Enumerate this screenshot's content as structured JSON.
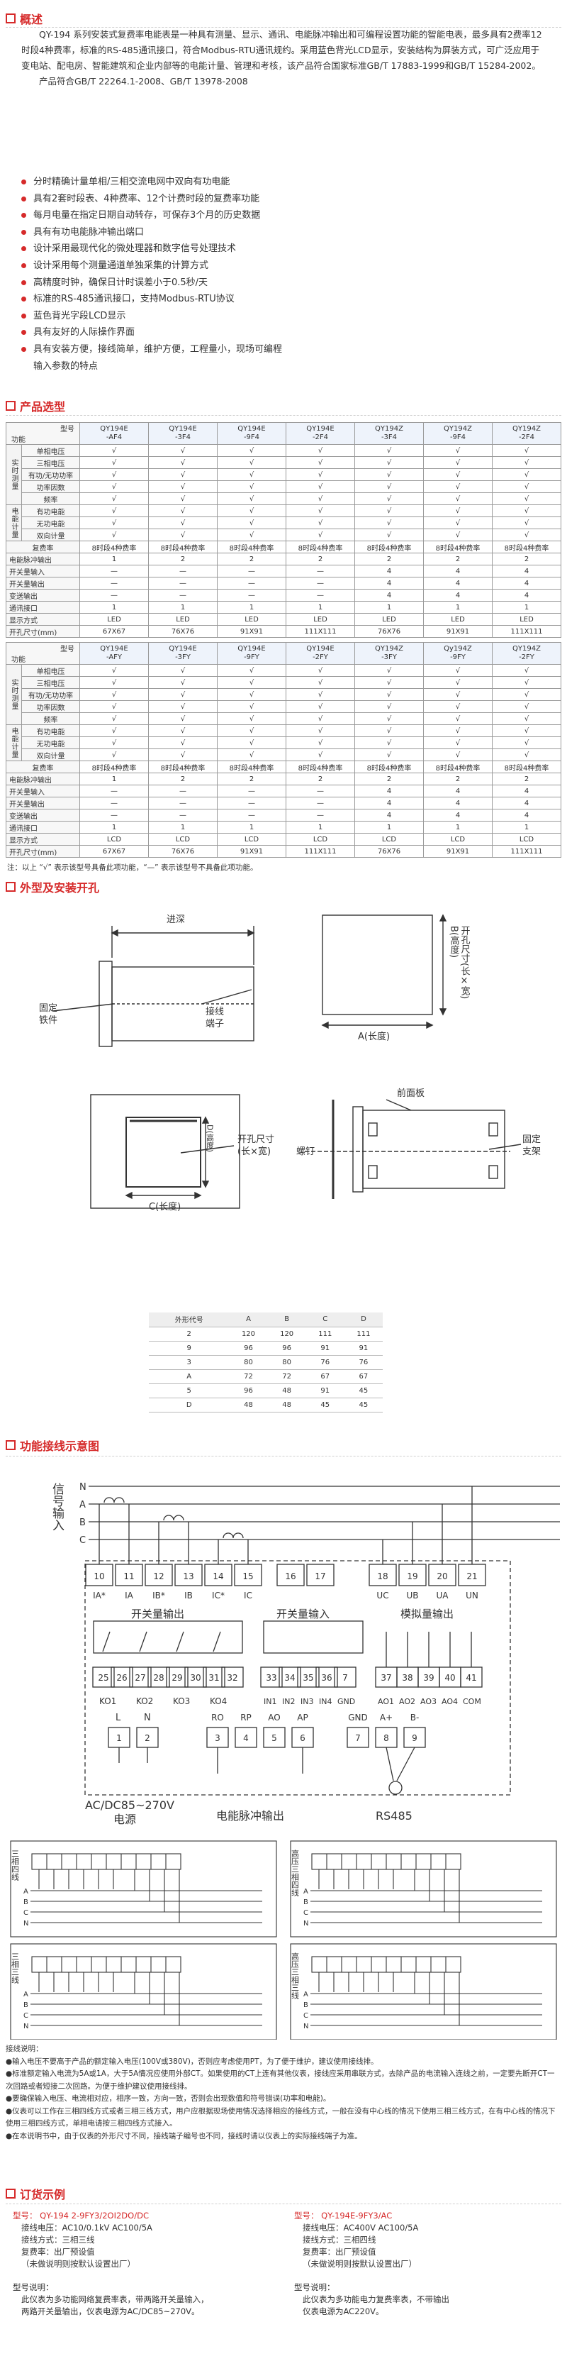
{
  "sections": {
    "overview": "概述",
    "model": "产品选型",
    "dimensions": "外型及安装开孔",
    "wiring": "功能接线示意图",
    "order": "订货示例"
  },
  "intro": {
    "p1": "QY-194 系列安装式复费率电能表是一种具有测量、显示、通讯、电能脉冲输出和可编程设置功能的智能电表，最多具有2费率12时段4种费率，标准的RS-485通讯接口，符合Modbus-RTU通讯规约。采用蓝色背光LCD显示，安装结构为屏装方式，可广泛应用于变电站、配电房、智能建筑和企业内部等的电能计量、管理和考核，该产品符合国家标准GB/T 17883-1999和GB/T 15284-2002。",
    "p2": "产品符合GB/T 22264.1-2008、GB/T 13978-2008"
  },
  "features": [
    "分时精确计量单相/三相交流电网中双向有功电能",
    "具有2套时段表、4种费率、12个计费时段的复费率功能",
    "每月电量在指定日期自动转存，可保存3个月的历史数据",
    "具有有功电能脉冲输出端口",
    "设计采用最现代化的微处理器和数字信号处理技术",
    "设计采用每个测量通道单独采集的计算方式",
    "高精度时钟，确保日计时误差小于0.5秒/天",
    "标准的RS-485通讯接口，支持Modbus-RTU协议",
    "蓝色背光字段LCD显示",
    "具有友好的人际操作界面",
    "具有安装方便，接线简单，维护方便，工程量小，现场可编程"
  ],
  "features_cont": "输入参数的特点",
  "table1": {
    "corner_top": "型号",
    "corner_bottom": "功能",
    "models": [
      "QY194E\n-AF4",
      "QY194E\n-3F4",
      "QY194E\n-9F4",
      "QY194E\n-2F4",
      "QY194Z\n-3F4",
      "QY194Z\n-9F4",
      "QY194Z\n-2F4"
    ],
    "group1": "实时测量",
    "group2": "电能计量",
    "rows": [
      {
        "name": "单相电压",
        "vals": [
          "√",
          "√",
          "√",
          "√",
          "√",
          "√",
          "√"
        ]
      },
      {
        "name": "三相电压",
        "vals": [
          "√",
          "√",
          "√",
          "√",
          "√",
          "√",
          "√"
        ]
      },
      {
        "name": "有功/无功功率",
        "vals": [
          "√",
          "√",
          "√",
          "√",
          "√",
          "√",
          "√"
        ]
      },
      {
        "name": "功率因数",
        "vals": [
          "√",
          "√",
          "√",
          "√",
          "√",
          "√",
          "√"
        ]
      },
      {
        "name": "频率",
        "vals": [
          "√",
          "√",
          "√",
          "√",
          "√",
          "√",
          "√"
        ]
      },
      {
        "name": "有功电能",
        "vals": [
          "√",
          "√",
          "√",
          "√",
          "√",
          "√",
          "√"
        ]
      },
      {
        "name": "无功电能",
        "vals": [
          "√",
          "√",
          "√",
          "√",
          "√",
          "√",
          "√"
        ]
      },
      {
        "name": "双向计量",
        "vals": [
          "√",
          "√",
          "√",
          "√",
          "√",
          "√",
          "√"
        ]
      },
      {
        "name": "复费率",
        "vals": [
          "8时段4种费率",
          "8时段4种费率",
          "8时段4种费率",
          "8时段4种费率",
          "8时段4种费率",
          "8时段4种费率",
          "8时段4种费率"
        ]
      }
    ],
    "rows2": [
      {
        "name": "电能脉冲输出",
        "vals": [
          "1",
          "2",
          "2",
          "2",
          "2",
          "2",
          "2"
        ]
      },
      {
        "name": "开关量输入",
        "vals": [
          "—",
          "—",
          "—",
          "—",
          "4",
          "4",
          "4"
        ]
      },
      {
        "name": "开关量输出",
        "vals": [
          "—",
          "—",
          "—",
          "—",
          "4",
          "4",
          "4"
        ]
      },
      {
        "name": "变送输出",
        "vals": [
          "—",
          "—",
          "—",
          "—",
          "4",
          "4",
          "4"
        ]
      },
      {
        "name": "通讯接口",
        "vals": [
          "1",
          "1",
          "1",
          "1",
          "1",
          "1",
          "1"
        ]
      },
      {
        "name": "显示方式",
        "vals": [
          "LED",
          "LED",
          "LED",
          "LED",
          "LED",
          "LED",
          "LED"
        ]
      },
      {
        "name": "开孔尺寸(mm)",
        "vals": [
          "67X67",
          "76X76",
          "91X91",
          "111X111",
          "76X76",
          "91X91",
          "111X111"
        ]
      }
    ]
  },
  "table2": {
    "corner_top": "型号",
    "corner_bottom": "功能",
    "models": [
      "QY194E\n-AFY",
      "QY194E\n-3FY",
      "QY194E\n-9FY",
      "QY194E\n-2FY",
      "QY194Z\n-3FY",
      "Qy194Z\n-9FY",
      "QY194Z\n-2FY"
    ],
    "group1": "实时测量",
    "group2": "电能计量",
    "rows": [
      {
        "name": "单相电压",
        "vals": [
          "√",
          "√",
          "√",
          "√",
          "√",
          "√",
          "√"
        ]
      },
      {
        "name": "三相电压",
        "vals": [
          "√",
          "√",
          "√",
          "√",
          "√",
          "√",
          "√"
        ]
      },
      {
        "name": "有功/无功功率",
        "vals": [
          "√",
          "√",
          "√",
          "√",
          "√",
          "√",
          "√"
        ]
      },
      {
        "name": "功率因数",
        "vals": [
          "√",
          "√",
          "√",
          "√",
          "√",
          "√",
          "√"
        ]
      },
      {
        "name": "频率",
        "vals": [
          "√",
          "√",
          "√",
          "√",
          "√",
          "√",
          "√"
        ]
      },
      {
        "name": "有功电能",
        "vals": [
          "√",
          "√",
          "√",
          "√",
          "√",
          "√",
          "√"
        ]
      },
      {
        "name": "无功电能",
        "vals": [
          "√",
          "√",
          "√",
          "√",
          "√",
          "√",
          "√"
        ]
      },
      {
        "name": "双向计量",
        "vals": [
          "√",
          "√",
          "√",
          "√",
          "√",
          "√",
          "√"
        ]
      },
      {
        "name": "复费率",
        "vals": [
          "8时段4种费率",
          "8时段4种费率",
          "8时段4种费率",
          "8时段4种费率",
          "8时段4种费率",
          "8时段4种费率",
          "8时段4种费率"
        ]
      }
    ],
    "rows2": [
      {
        "name": "电能脉冲输出",
        "vals": [
          "1",
          "2",
          "2",
          "2",
          "2",
          "2",
          "2"
        ]
      },
      {
        "name": "开关量输入",
        "vals": [
          "—",
          "—",
          "—",
          "—",
          "4",
          "4",
          "4"
        ]
      },
      {
        "name": "开关量输出",
        "vals": [
          "—",
          "—",
          "—",
          "—",
          "4",
          "4",
          "4"
        ]
      },
      {
        "name": "变送输出",
        "vals": [
          "—",
          "—",
          "—",
          "—",
          "4",
          "4",
          "4"
        ]
      },
      {
        "name": "通讯接口",
        "vals": [
          "1",
          "1",
          "1",
          "1",
          "1",
          "1",
          "1"
        ]
      },
      {
        "name": "显示方式",
        "vals": [
          "LCD",
          "LCD",
          "LCD",
          "LCD",
          "LCD",
          "LCD",
          "LCD"
        ]
      },
      {
        "name": "开孔尺寸(mm)",
        "vals": [
          "67X67",
          "76X76",
          "91X91",
          "111X111",
          "76X76",
          "91X91",
          "111X111"
        ]
      }
    ]
  },
  "table_note": "注：以上 “√” 表示该型号具备此项功能，“—” 表示该型号不具备此项功能。",
  "dim_labels": {
    "depth": "进深",
    "fix": "固定\n铁件",
    "terminal": "接线\n端子",
    "b_height": "B(高度)",
    "cut_size": "开孔尺寸\n(长×宽)",
    "a_len": "A(长度)",
    "panel": "前面板",
    "screw": "螺钉",
    "support": "固定\n支架",
    "c_len": "C(长度)",
    "d_height": "D(高度)"
  },
  "dims_table": {
    "header": [
      "外形代号",
      "A",
      "B",
      "C",
      "D"
    ],
    "rows": [
      [
        "2",
        "120",
        "120",
        "111",
        "111"
      ],
      [
        "9",
        "96",
        "96",
        "91",
        "91"
      ],
      [
        "3",
        "80",
        "80",
        "76",
        "76"
      ],
      [
        "A",
        "72",
        "72",
        "67",
        "67"
      ],
      [
        "5",
        "96",
        "48",
        "91",
        "45"
      ],
      [
        "D",
        "48",
        "48",
        "45",
        "45"
      ]
    ]
  },
  "wiring": {
    "signal_input": "信号输入",
    "phases": [
      "N",
      "A",
      "B",
      "C"
    ],
    "terminals_top": [
      "10",
      "11",
      "12",
      "13",
      "14",
      "15",
      "16",
      "17",
      "18",
      "19",
      "20",
      "21"
    ],
    "labels_top": [
      "IA*",
      "IA",
      "IB*",
      "IB",
      "IC*",
      "IC",
      "",
      "",
      "UC",
      "UB",
      "UA",
      "UN"
    ],
    "switch_out_title": "开关量输出",
    "switch_out_terms": [
      "25",
      "26",
      "27",
      "28",
      "29",
      "30",
      "31",
      "32"
    ],
    "switch_out_labels": [
      "KO1",
      "KO2",
      "KO3",
      "KO4"
    ],
    "switch_in_title": "开关量输入",
    "switch_in_terms": [
      "33",
      "34",
      "35",
      "36",
      "7"
    ],
    "switch_in_labels": [
      "IN1",
      "IN2",
      "IN3",
      "IN4",
      "GND"
    ],
    "analog_title": "模拟量输出",
    "analog_terms": [
      "37",
      "38",
      "39",
      "40",
      "41"
    ],
    "analog_labels": [
      "AO1",
      "AO2",
      "AO3",
      "AO4",
      "COM"
    ],
    "power_terms": [
      "1",
      "2"
    ],
    "power_labels": [
      "L",
      "N"
    ],
    "power_text": "AC/DC85~270V",
    "power_sub": "电源",
    "pulse_terms": [
      "RO",
      "RP",
      "AO",
      "AP"
    ],
    "pulse_text": "电能脉冲输出",
    "rs_labels": [
      "GND",
      "A+",
      "B-"
    ],
    "rs_text": "RS485"
  },
  "wiring_types": [
    "三相四线",
    "高压三相四线",
    "三相三线",
    "高压三相三线"
  ],
  "wiring_notes": {
    "title": "接线说明：",
    "items": [
      "●输入电压不要高于产品的额定输入电压(100V或380V)，否则应考虑使用PT，为了便于维护，建议使用接线排。",
      "●标准额定输入电流为5A或1A，大于5A情况应使用外部CT。如果使用的CT上连有其他仪表，接线应采用串联方式，去除产品的电流输入连线之前，一定要先断开CT一次回路或者短接二次回路。为便于维护建议使用接线排。",
      "●要确保输入电压、电流相对应，相序一致，方向一致，否则会出现数值和符号错误(功率和电能)。",
      "●仪表可以工作在三相四线方式或者三相三线方式，用户应根据现场使用情况选择相应的接线方式，一般在没有中心线的情况下使用三相三线方式，在有中心线的情况下使用三相四线方式，单相电请按三相四线方式接入。",
      "●在本说明书中，由于仪表的外形尺寸不同，接线端子编号也不同，接线时请以仪表上的实际接线端子为准。"
    ]
  },
  "orders": [
    {
      "model": "型号： QY-194 2-9FY3/2OI2DO/DC",
      "lines": [
        "接线电压：AC10/0.1kV  AC100/5A",
        "接线方式：三相三线",
        "复费率：出厂预设值",
        "（未做说明则按默认设置出厂）"
      ],
      "desc_title": "型号说明：",
      "desc": [
        "此仪表为多功能网络复费率表，带两路开关量输入，",
        "两路开关量输出，仪表电源为AC/DC85~270V。"
      ]
    },
    {
      "model": "型号： QY-194E-9FY3/AC",
      "lines": [
        "接线电压：AC400V  AC100/5A",
        "接线方式：三相四线",
        "复费率：出厂预设值",
        "（未做说明则按默认设置出厂）"
      ],
      "desc_title": "型号说明：",
      "desc": [
        "此仪表为多功能电力复费率表，不带输出",
        "仪表电源为AC220V。"
      ]
    }
  ],
  "colors": {
    "accent": "#d62a2a",
    "line": "#333333"
  }
}
